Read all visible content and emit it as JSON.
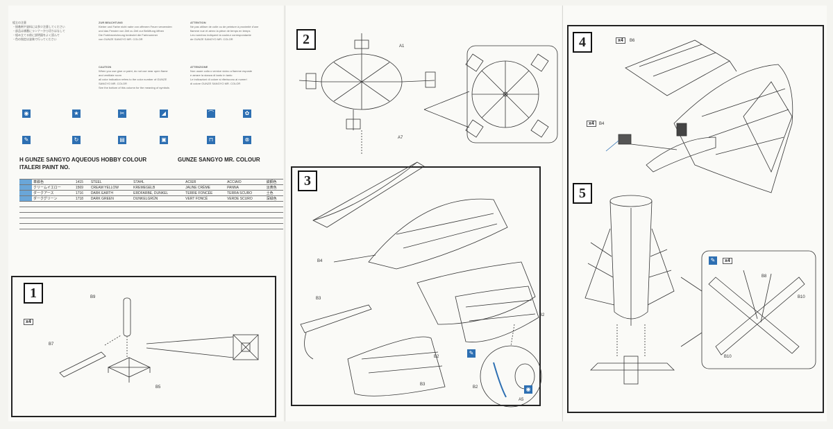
{
  "panel1": {
    "col1_text": "組立の注意\n・接着剤や塗料には多少注意してください\n・部品は順番にランナーから切りはなして\n・組み立てる前に説明図をよく読んで\n・色の指定は塗装で行ってください",
    "col2_heading": "ZUR BEACHTUNG",
    "col2_text": "Kleber und Farbe nicht nahe von offenem Feuer verwenden\nund das Fenster von Zeit zu Zeit zur Belüftung öffnen\nDie Farbbezeichnung bedeutet die Farbnummer\nvon GUNZE SANGYO MR. COLOR",
    "col2b_heading": "CAUTION",
    "col2b_text": "When you use glue or paint, do not use near open flame\nand ventilate room\nall color indication refers to the color number of GUNZE\nSANGYO MR. COLOR\nSee the bottom of this column for the meaning of symbols",
    "col3_heading": "ATTENTION",
    "col3_text": "Ne pas utiliser de colle ou de peinture à proximité d'une\nflamme nue et aérez la pièce de temps en temps\nLes numéros indiquent la couleur correspondante\nde GUNZE SANGYO MR. COLOR",
    "col3b_heading": "ATTENZIONE",
    "col3b_text": "Non usare colla o vernice vicino a fiamme esposte\ne aerare la stanza di tanto in tanto\nLe indicazioni di colore si riferiscono ai numeri\ndi colore GUNZE SANGYO MR. COLOR",
    "paint_header1": "H GUNZE SANGYO AQUEOUS HOBBY COLOUR",
    "paint_header2": "GUNZE SANGYO MR. COLOUR",
    "paint_header3": "ITALERI PAINT NO.",
    "paint_rows": [
      {
        "jp": "車鉄色",
        "num": "1415",
        "en": "STEEL",
        "de": "STAHL",
        "fr": "ACIER",
        "it": "ACCIAIO",
        "jp2": "鉄鋼色"
      },
      {
        "jp": "クリームイエロー",
        "num": "1569",
        "en": "CREAM YELLOW",
        "de": "KREMEGELB",
        "fr": "JAUNE CRÈME",
        "it": "PANNA",
        "jp2": "淡黄色"
      },
      {
        "jp": "ダークアース",
        "num": "1716",
        "en": "DARK EARTH",
        "de": "ERDFARBE, DUNKEL",
        "fr": "TERRE FONCÉE",
        "it": "TERRA SCURO",
        "jp2": "土色"
      },
      {
        "jp": "ダークグリーン",
        "num": "1718",
        "en": "DARK GREEN",
        "de": "DUNKELGRÜN",
        "fr": "VERT FONCÉ",
        "it": "VERDE SCURO",
        "jp2": "深緑色"
      }
    ],
    "step1": {
      "number": "1",
      "multiplier": "x4",
      "labels": {
        "b9": "B9",
        "b7": "B7",
        "b5": "B5"
      }
    }
  },
  "panel2": {
    "step2": {
      "number": "2",
      "labels": {
        "a1": "A1",
        "a7": "A7"
      }
    },
    "step3": {
      "number": "3",
      "labels": {
        "b4": "B4",
        "b3": "B3",
        "b2a": "B2",
        "b2b": "B2",
        "b3b": "B3",
        "b2c": "B2",
        "a5": "A5"
      }
    }
  },
  "panel3": {
    "step4": {
      "number": "4",
      "multiplier": "x4",
      "labels": {
        "b6": "B6",
        "b4": "B4",
        "x4b": "x4"
      }
    },
    "step5": {
      "number": "5",
      "multiplier": "x4",
      "labels": {
        "b8": "B8",
        "b10a": "B10",
        "b10b": "B10"
      }
    }
  },
  "colors": {
    "accent": "#2d6fb2",
    "line": "#222222",
    "paper": "#fafaf7"
  }
}
